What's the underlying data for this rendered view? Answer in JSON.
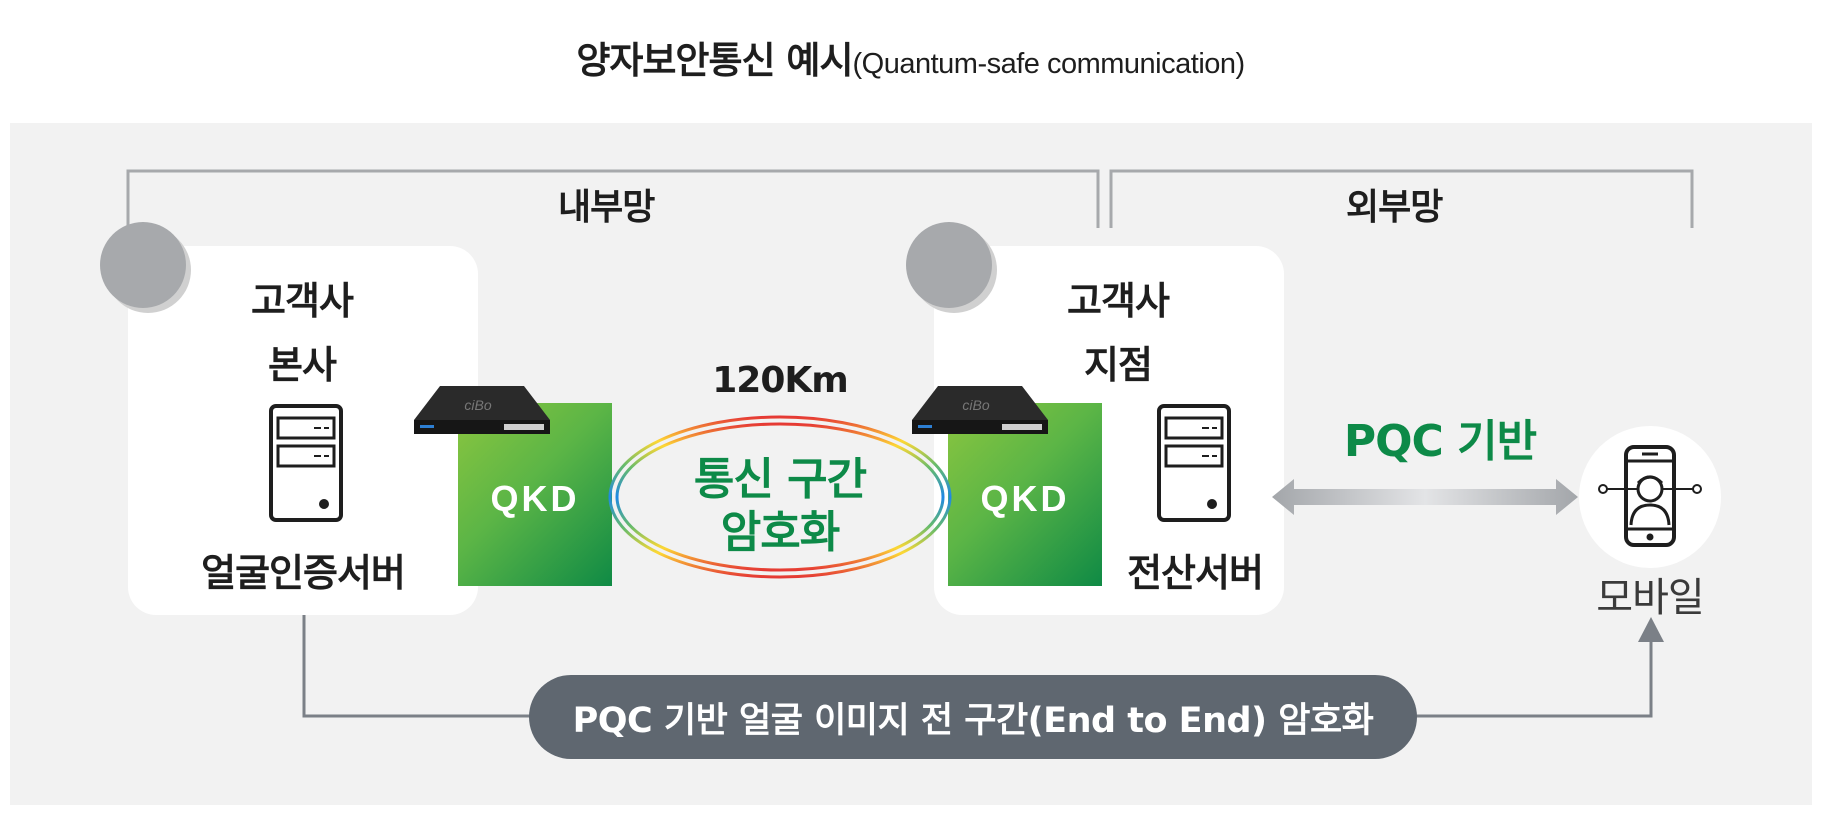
{
  "title": {
    "main": "양자보안통신 예시",
    "sub": "(Quantum-safe communication)"
  },
  "networks": {
    "internal": "내부망",
    "external": "외부망"
  },
  "hq": {
    "line1": "고객사",
    "line2": "본사",
    "server": "얼굴인증서버"
  },
  "branch": {
    "line1": "고객사",
    "line2": "지점",
    "server": "전산서버"
  },
  "qkd": {
    "left": "QKD",
    "right": "QKD"
  },
  "link": {
    "distance": "120Km",
    "line1": "통신 구간",
    "line2": "암호화"
  },
  "pqc_label": "PQC 기반",
  "mobile": {
    "label": "모바일"
  },
  "banner": "PQC 기반 얼굴 이미지 전 구간(End to End) 암호화",
  "device": {
    "brand": "ciBo"
  },
  "colors": {
    "green": "#0d8a48",
    "banner": "#5f6770",
    "gray": "#a7a9ac",
    "background": "#f2f2f2"
  },
  "icons": [
    "server-icon",
    "qkd-device-icon",
    "mobile-face-icon",
    "double-arrow-icon",
    "arrow-up-icon"
  ]
}
